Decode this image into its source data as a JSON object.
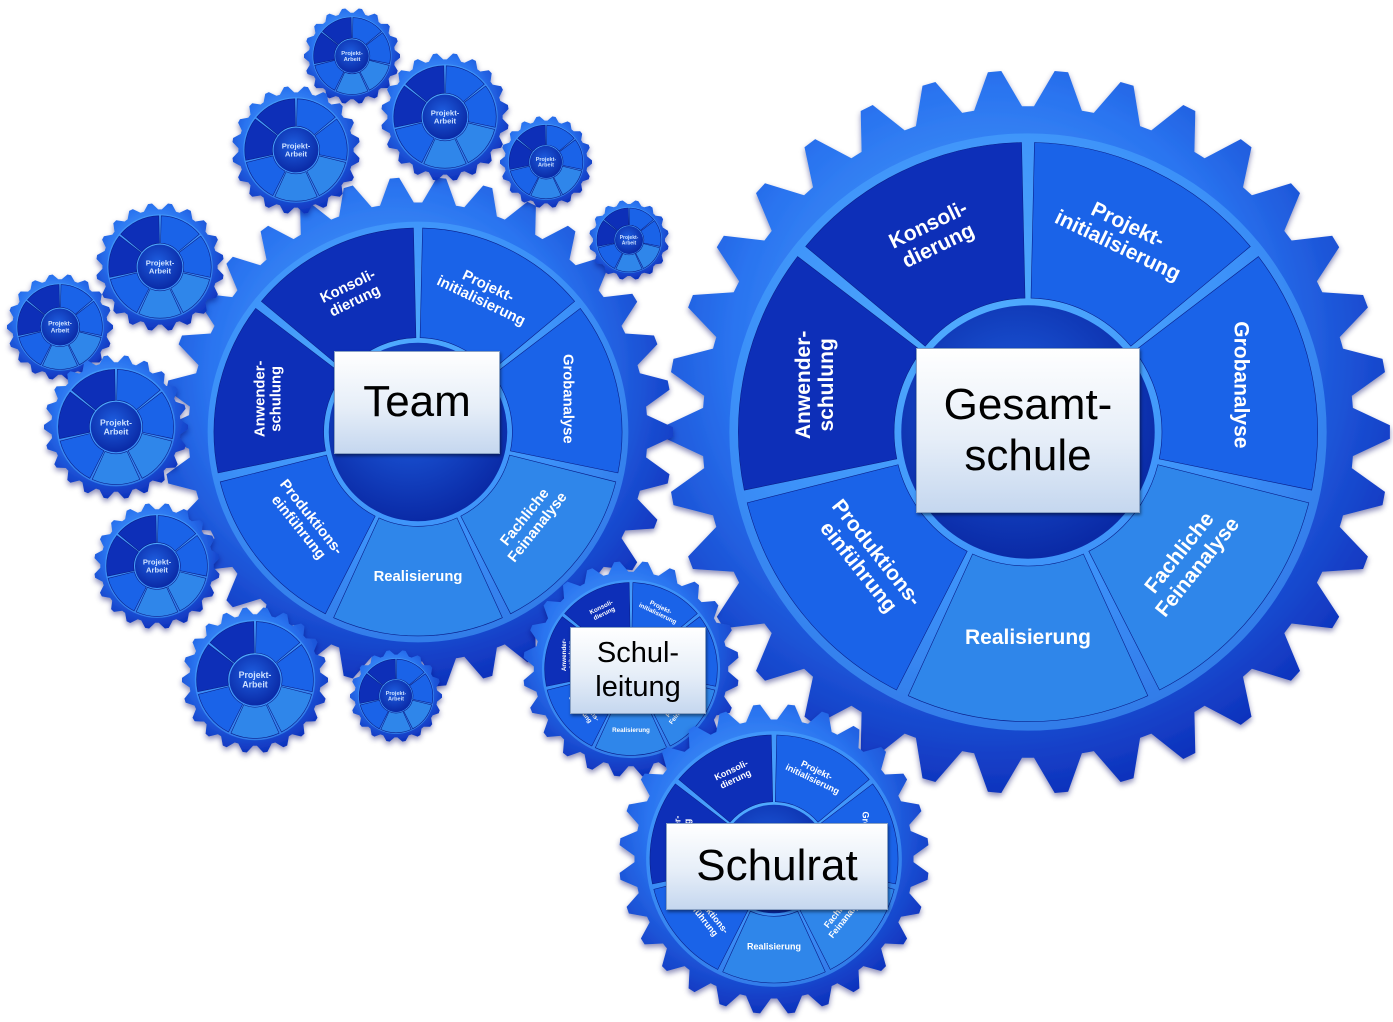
{
  "segments": [
    "Konsoli-\ndierung",
    "Projekt-\ninitialisierung",
    "Grobanalyse",
    "Fachliche\nFeinanalyse",
    "Realisierung",
    "Produktions-\neinführung",
    "Anwender-\nschulung"
  ],
  "small_gear_label": "Projekt-\nArbeit",
  "labels": {
    "gesamtschule": "Gesamt-\nschule",
    "team": "Team",
    "schulleitung": "Schul-\nleitung",
    "schulrat": "Schulrat"
  },
  "colors": {
    "gear_light": "#4aa8ff",
    "gear_mid": "#1a63e8",
    "gear_dark": "#0a24a8",
    "segment_light": "#2f86ea",
    "segment_dark": "#0d2fb8"
  }
}
